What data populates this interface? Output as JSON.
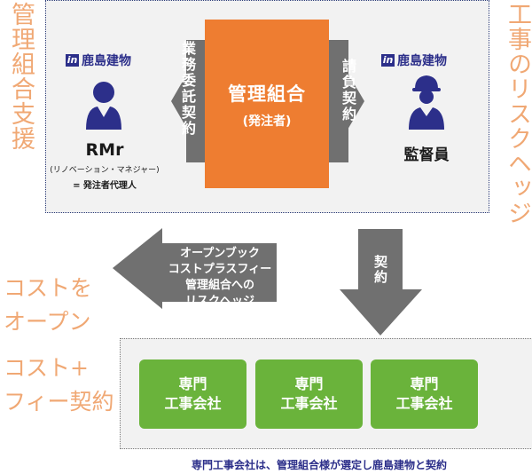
{
  "side_labels": {
    "left_vertical": "管理組合支援",
    "right_vertical": "工事のリスクヘッジ",
    "cost_open_line1": "コストを",
    "cost_open_line2": "オープン",
    "cost_fee_line1": "コスト+",
    "cost_fee_line2": "フィー契約"
  },
  "top_panel": {
    "center_title": "管理組合",
    "center_subtitle": "(発注者)",
    "left_arrow_text": "業務委託契約",
    "right_arrow_text": "請負契約",
    "left_logo_mark": "in",
    "left_logo_text": "鹿島建物",
    "right_logo_mark": "in",
    "right_logo_text": "鹿島建物",
    "left_person_name": "RMr",
    "left_person_role": "(リノベーション・マネジャー)",
    "left_person_note": "= 発注者代理人",
    "right_person_name": "監督員"
  },
  "middle": {
    "left_arrow_lines": [
      "オープンブック",
      "コストプラスフィー",
      "管理組合への",
      "リスクヘッジ"
    ],
    "down_arrow_text": "契約"
  },
  "bottom_panel": {
    "boxes": [
      {
        "line1": "専門",
        "line2": "工事会社"
      },
      {
        "line1": "専門",
        "line2": "工事会社"
      },
      {
        "line1": "専門",
        "line2": "工事会社"
      }
    ]
  },
  "footer": "専門工事会社は、管理組合様が選定し鹿島建物と契約",
  "colors": {
    "orange": "#ee7d31",
    "label_orange": "#f0a874",
    "gray_arrow": "#707070",
    "green": "#6ab33b",
    "navy": "#2c2f8a"
  },
  "icons": {
    "left_person": "businessman-icon",
    "right_person": "hardhat-worker-icon"
  }
}
